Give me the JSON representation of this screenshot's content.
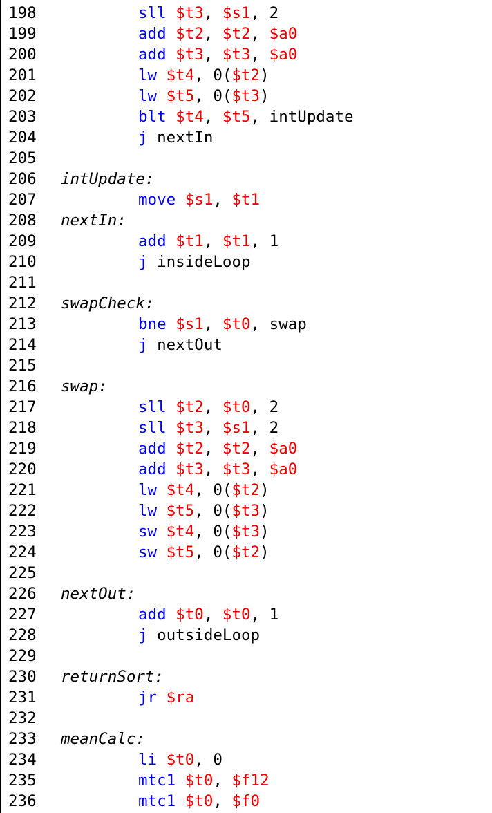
{
  "colors": {
    "background": "#ffffff",
    "keyword": "#0000ee",
    "register": "#ee0000",
    "text": "#000000"
  },
  "lines": [
    {
      "n": "198",
      "label": "",
      "tokens": [
        {
          "t": "sll",
          "c": "kw"
        },
        {
          "t": " ",
          "c": "plain"
        },
        {
          "t": "$t3",
          "c": "reg"
        },
        {
          "t": ", ",
          "c": "plain"
        },
        {
          "t": "$s1",
          "c": "reg"
        },
        {
          "t": ", 2",
          "c": "plain"
        }
      ]
    },
    {
      "n": "199",
      "label": "",
      "tokens": [
        {
          "t": "add",
          "c": "kw"
        },
        {
          "t": " ",
          "c": "plain"
        },
        {
          "t": "$t2",
          "c": "reg"
        },
        {
          "t": ", ",
          "c": "plain"
        },
        {
          "t": "$t2",
          "c": "reg"
        },
        {
          "t": ", ",
          "c": "plain"
        },
        {
          "t": "$a0",
          "c": "reg"
        }
      ]
    },
    {
      "n": "200",
      "label": "",
      "tokens": [
        {
          "t": "add",
          "c": "kw"
        },
        {
          "t": " ",
          "c": "plain"
        },
        {
          "t": "$t3",
          "c": "reg"
        },
        {
          "t": ", ",
          "c": "plain"
        },
        {
          "t": "$t3",
          "c": "reg"
        },
        {
          "t": ", ",
          "c": "plain"
        },
        {
          "t": "$a0",
          "c": "reg"
        }
      ]
    },
    {
      "n": "201",
      "label": "",
      "tokens": [
        {
          "t": "lw",
          "c": "kw"
        },
        {
          "t": " ",
          "c": "plain"
        },
        {
          "t": "$t4",
          "c": "reg"
        },
        {
          "t": ", 0(",
          "c": "plain"
        },
        {
          "t": "$t2",
          "c": "reg"
        },
        {
          "t": ")",
          "c": "plain"
        }
      ]
    },
    {
      "n": "202",
      "label": "",
      "tokens": [
        {
          "t": "lw",
          "c": "kw"
        },
        {
          "t": " ",
          "c": "plain"
        },
        {
          "t": "$t5",
          "c": "reg"
        },
        {
          "t": ", 0(",
          "c": "plain"
        },
        {
          "t": "$t3",
          "c": "reg"
        },
        {
          "t": ")",
          "c": "plain"
        }
      ]
    },
    {
      "n": "203",
      "label": "",
      "tokens": [
        {
          "t": "blt",
          "c": "kw"
        },
        {
          "t": " ",
          "c": "plain"
        },
        {
          "t": "$t4",
          "c": "reg"
        },
        {
          "t": ", ",
          "c": "plain"
        },
        {
          "t": "$t5",
          "c": "reg"
        },
        {
          "t": ", intUpdate",
          "c": "plain"
        }
      ]
    },
    {
      "n": "204",
      "label": "",
      "tokens": [
        {
          "t": "j",
          "c": "kw"
        },
        {
          "t": " nextIn",
          "c": "plain"
        }
      ]
    },
    {
      "n": "205",
      "label": "",
      "tokens": []
    },
    {
      "n": "206",
      "label": "intUpdate:",
      "tokens": []
    },
    {
      "n": "207",
      "label": "",
      "tokens": [
        {
          "t": "move",
          "c": "kw"
        },
        {
          "t": " ",
          "c": "plain"
        },
        {
          "t": "$s1",
          "c": "reg"
        },
        {
          "t": ", ",
          "c": "plain"
        },
        {
          "t": "$t1",
          "c": "reg"
        }
      ]
    },
    {
      "n": "208",
      "label": "nextIn:",
      "tokens": []
    },
    {
      "n": "209",
      "label": "",
      "tokens": [
        {
          "t": "add",
          "c": "kw"
        },
        {
          "t": " ",
          "c": "plain"
        },
        {
          "t": "$t1",
          "c": "reg"
        },
        {
          "t": ", ",
          "c": "plain"
        },
        {
          "t": "$t1",
          "c": "reg"
        },
        {
          "t": ", 1",
          "c": "plain"
        }
      ]
    },
    {
      "n": "210",
      "label": "",
      "tokens": [
        {
          "t": "j",
          "c": "kw"
        },
        {
          "t": " insideLoop",
          "c": "plain"
        }
      ]
    },
    {
      "n": "211",
      "label": "",
      "tokens": []
    },
    {
      "n": "212",
      "label": "swapCheck:",
      "tokens": []
    },
    {
      "n": "213",
      "label": "",
      "tokens": [
        {
          "t": "bne",
          "c": "kw"
        },
        {
          "t": " ",
          "c": "plain"
        },
        {
          "t": "$s1",
          "c": "reg"
        },
        {
          "t": ", ",
          "c": "plain"
        },
        {
          "t": "$t0",
          "c": "reg"
        },
        {
          "t": ", swap",
          "c": "plain"
        }
      ]
    },
    {
      "n": "214",
      "label": "",
      "tokens": [
        {
          "t": "j",
          "c": "kw"
        },
        {
          "t": " nextOut",
          "c": "plain"
        }
      ]
    },
    {
      "n": "215",
      "label": "",
      "tokens": []
    },
    {
      "n": "216",
      "label": "swap:",
      "tokens": []
    },
    {
      "n": "217",
      "label": "",
      "tokens": [
        {
          "t": "sll",
          "c": "kw"
        },
        {
          "t": " ",
          "c": "plain"
        },
        {
          "t": "$t2",
          "c": "reg"
        },
        {
          "t": ", ",
          "c": "plain"
        },
        {
          "t": "$t0",
          "c": "reg"
        },
        {
          "t": ", 2",
          "c": "plain"
        }
      ]
    },
    {
      "n": "218",
      "label": "",
      "tokens": [
        {
          "t": "sll",
          "c": "kw"
        },
        {
          "t": " ",
          "c": "plain"
        },
        {
          "t": "$t3",
          "c": "reg"
        },
        {
          "t": ", ",
          "c": "plain"
        },
        {
          "t": "$s1",
          "c": "reg"
        },
        {
          "t": ", 2",
          "c": "plain"
        }
      ]
    },
    {
      "n": "219",
      "label": "",
      "tokens": [
        {
          "t": "add",
          "c": "kw"
        },
        {
          "t": " ",
          "c": "plain"
        },
        {
          "t": "$t2",
          "c": "reg"
        },
        {
          "t": ", ",
          "c": "plain"
        },
        {
          "t": "$t2",
          "c": "reg"
        },
        {
          "t": ", ",
          "c": "plain"
        },
        {
          "t": "$a0",
          "c": "reg"
        }
      ]
    },
    {
      "n": "220",
      "label": "",
      "tokens": [
        {
          "t": "add",
          "c": "kw"
        },
        {
          "t": " ",
          "c": "plain"
        },
        {
          "t": "$t3",
          "c": "reg"
        },
        {
          "t": ", ",
          "c": "plain"
        },
        {
          "t": "$t3",
          "c": "reg"
        },
        {
          "t": ", ",
          "c": "plain"
        },
        {
          "t": "$a0",
          "c": "reg"
        }
      ]
    },
    {
      "n": "221",
      "label": "",
      "tokens": [
        {
          "t": "lw",
          "c": "kw"
        },
        {
          "t": " ",
          "c": "plain"
        },
        {
          "t": "$t4",
          "c": "reg"
        },
        {
          "t": ", 0(",
          "c": "plain"
        },
        {
          "t": "$t2",
          "c": "reg"
        },
        {
          "t": ")",
          "c": "plain"
        }
      ]
    },
    {
      "n": "222",
      "label": "",
      "tokens": [
        {
          "t": "lw",
          "c": "kw"
        },
        {
          "t": " ",
          "c": "plain"
        },
        {
          "t": "$t5",
          "c": "reg"
        },
        {
          "t": ", 0(",
          "c": "plain"
        },
        {
          "t": "$t3",
          "c": "reg"
        },
        {
          "t": ")",
          "c": "plain"
        }
      ]
    },
    {
      "n": "223",
      "label": "",
      "tokens": [
        {
          "t": "sw",
          "c": "kw"
        },
        {
          "t": " ",
          "c": "plain"
        },
        {
          "t": "$t4",
          "c": "reg"
        },
        {
          "t": ", 0(",
          "c": "plain"
        },
        {
          "t": "$t3",
          "c": "reg"
        },
        {
          "t": ")",
          "c": "plain"
        }
      ]
    },
    {
      "n": "224",
      "label": "",
      "tokens": [
        {
          "t": "sw",
          "c": "kw"
        },
        {
          "t": " ",
          "c": "plain"
        },
        {
          "t": "$t5",
          "c": "reg"
        },
        {
          "t": ", 0(",
          "c": "plain"
        },
        {
          "t": "$t2",
          "c": "reg"
        },
        {
          "t": ")",
          "c": "plain"
        }
      ]
    },
    {
      "n": "225",
      "label": "",
      "tokens": []
    },
    {
      "n": "226",
      "label": "nextOut:",
      "tokens": []
    },
    {
      "n": "227",
      "label": "",
      "tokens": [
        {
          "t": "add",
          "c": "kw"
        },
        {
          "t": " ",
          "c": "plain"
        },
        {
          "t": "$t0",
          "c": "reg"
        },
        {
          "t": ", ",
          "c": "plain"
        },
        {
          "t": "$t0",
          "c": "reg"
        },
        {
          "t": ", 1",
          "c": "plain"
        }
      ]
    },
    {
      "n": "228",
      "label": "",
      "tokens": [
        {
          "t": "j",
          "c": "kw"
        },
        {
          "t": " outsideLoop",
          "c": "plain"
        }
      ]
    },
    {
      "n": "229",
      "label": "",
      "tokens": []
    },
    {
      "n": "230",
      "label": "returnSort:",
      "tokens": []
    },
    {
      "n": "231",
      "label": "",
      "tokens": [
        {
          "t": "jr",
          "c": "kw"
        },
        {
          "t": " ",
          "c": "plain"
        },
        {
          "t": "$ra",
          "c": "reg"
        }
      ]
    },
    {
      "n": "232",
      "label": "",
      "tokens": []
    },
    {
      "n": "233",
      "label": "meanCalc:",
      "tokens": []
    },
    {
      "n": "234",
      "label": "",
      "tokens": [
        {
          "t": "li",
          "c": "kw"
        },
        {
          "t": " ",
          "c": "plain"
        },
        {
          "t": "$t0",
          "c": "reg"
        },
        {
          "t": ", 0",
          "c": "plain"
        }
      ]
    },
    {
      "n": "235",
      "label": "",
      "tokens": [
        {
          "t": "mtc1",
          "c": "kw"
        },
        {
          "t": " ",
          "c": "plain"
        },
        {
          "t": "$t0",
          "c": "reg"
        },
        {
          "t": ", ",
          "c": "plain"
        },
        {
          "t": "$f12",
          "c": "reg"
        }
      ]
    },
    {
      "n": "236",
      "label": "",
      "tokens": [
        {
          "t": "mtc1",
          "c": "kw"
        },
        {
          "t": " ",
          "c": "plain"
        },
        {
          "t": "$t0",
          "c": "reg"
        },
        {
          "t": ", ",
          "c": "plain"
        },
        {
          "t": "$f0",
          "c": "reg"
        }
      ]
    }
  ]
}
